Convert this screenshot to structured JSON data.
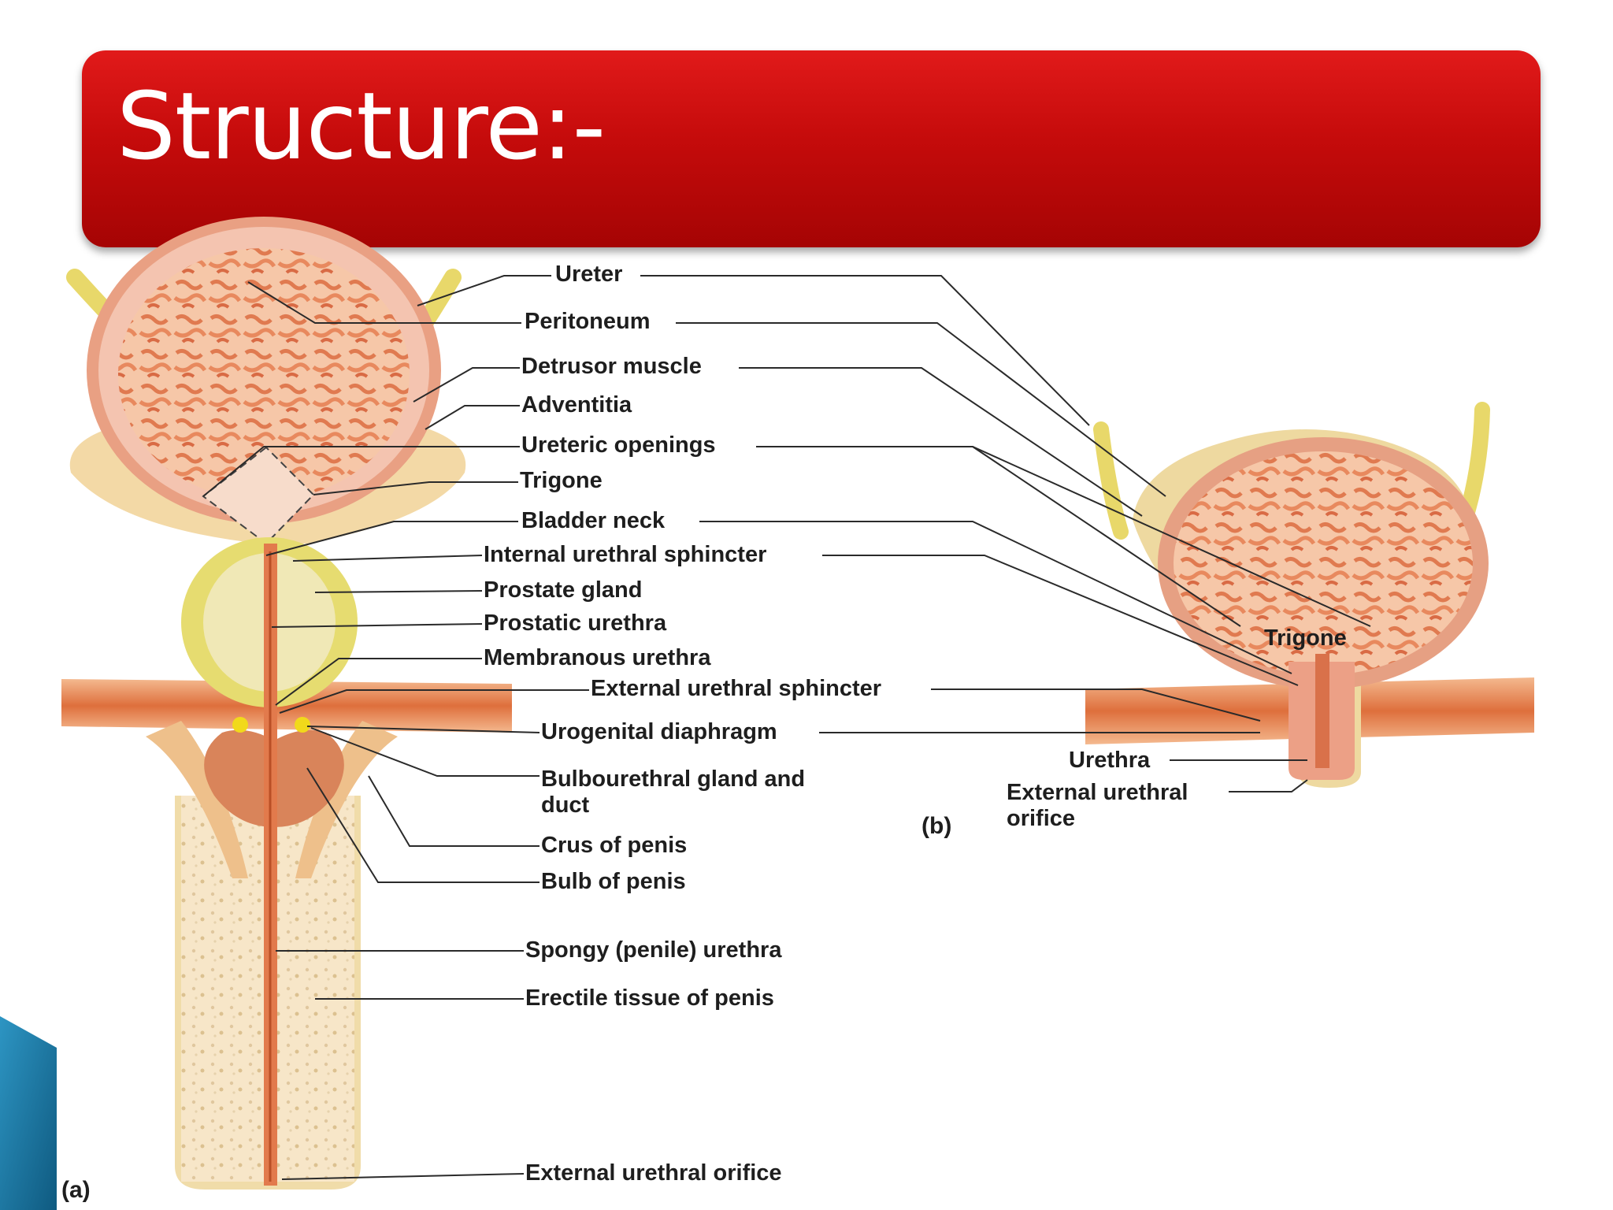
{
  "title": "Structure:-",
  "colors": {
    "title_bar": "#c50b0b",
    "title_text": "#ffffff",
    "bladder_tissue": "#f2b08f",
    "muscle": "#e07a4a",
    "leader_lines": "#2a2a2a",
    "corner_accent": "#1a6f9a"
  },
  "panel_a": {
    "tag": "(a)",
    "labels": [
      "Ureter",
      "Peritoneum",
      "Detrusor muscle",
      "Adventitia",
      "Ureteric openings",
      "Trigone",
      "Bladder neck",
      "Internal urethral sphincter",
      "Prostate gland",
      "Prostatic urethra",
      "Membranous urethra",
      "External urethral sphincter",
      "Urogenital diaphragm",
      "Bulbourethral gland and duct",
      "Crus of penis",
      "Bulb of penis",
      "Spongy (penile) urethra",
      "Erectile tissue of penis",
      "External urethral orifice"
    ]
  },
  "panel_b": {
    "tag": "(b)",
    "labels": [
      "Trigone",
      "Urethra",
      "External urethral orifice"
    ]
  }
}
